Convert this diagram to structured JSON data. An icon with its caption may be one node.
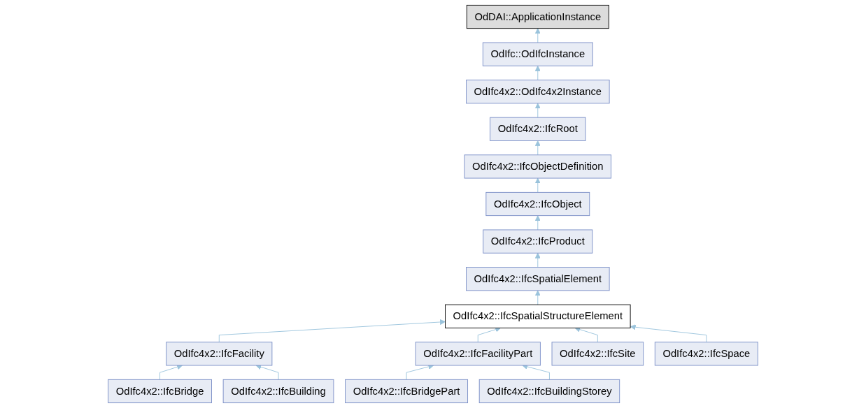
{
  "diagram": {
    "nodes": [
      {
        "text": [
          "OdDAI::ApplicationInstance"
        ]
      },
      {
        "text": [
          "OdIfc::OdIfcInstance"
        ]
      },
      {
        "text": [
          "OdIfc4x2::OdIfc4x2Instance"
        ]
      },
      {
        "text": [
          "OdIfc4x2::IfcRoot"
        ]
      },
      {
        "text": [
          "OdIfc4x2::IfcObjectDefinition"
        ]
      },
      {
        "text": [
          "OdIfc4x2::IfcObject"
        ]
      },
      {
        "text": [
          "OdIfc4x2::IfcProduct"
        ]
      },
      {
        "text": [
          "OdIfc4x2::IfcSpatialElement"
        ]
      },
      {
        "text": [
          "OdIfc4x2::IfcSpatialStructureElement"
        ]
      },
      {
        "text": [
          "OdIfc4x2::IfcFacility"
        ]
      },
      {
        "text": [
          "OdIfc4x2::IfcFacilityPart"
        ]
      },
      {
        "text": [
          "OdIfc4x2::IfcSite"
        ]
      },
      {
        "text": [
          "OdIfc4x2::IfcSpace"
        ]
      },
      {
        "text": [
          "OdIfc4x2::IfcBridge"
        ]
      },
      {
        "text": [
          "OdIfc4x2::IfcBuilding"
        ]
      },
      {
        "text": [
          "OdIfc4x2::IfcBridgePart"
        ]
      },
      {
        "text": [
          "OdIfc4x2::IfcBuildingStorey"
        ]
      }
    ],
    "edges": [
      {
        "from": 1,
        "to": 0,
        "arrow": "to"
      },
      {
        "from": 2,
        "to": 1,
        "arrow": "to"
      },
      {
        "from": 3,
        "to": 2,
        "arrow": "to"
      },
      {
        "from": 4,
        "to": 3,
        "arrow": "to"
      },
      {
        "from": 5,
        "to": 4,
        "arrow": "to"
      },
      {
        "from": 6,
        "to": 5,
        "arrow": "to"
      },
      {
        "from": 7,
        "to": 6,
        "arrow": "to"
      },
      {
        "from": 8,
        "to": 7,
        "arrow": "to"
      },
      {
        "from": 9,
        "to": 8,
        "arrow": "to"
      },
      {
        "from": 10,
        "to": 8,
        "arrow": "to"
      },
      {
        "from": 11,
        "to": 8,
        "arrow": "to"
      },
      {
        "from": 12,
        "to": 8,
        "arrow": "to"
      },
      {
        "from": 13,
        "to": 9,
        "arrow": "to"
      },
      {
        "from": 14,
        "to": 9,
        "arrow": "to"
      },
      {
        "from": 15,
        "to": 10,
        "arrow": "to"
      },
      {
        "from": 16,
        "to": 10,
        "arrow": "to"
      }
    ]
  }
}
